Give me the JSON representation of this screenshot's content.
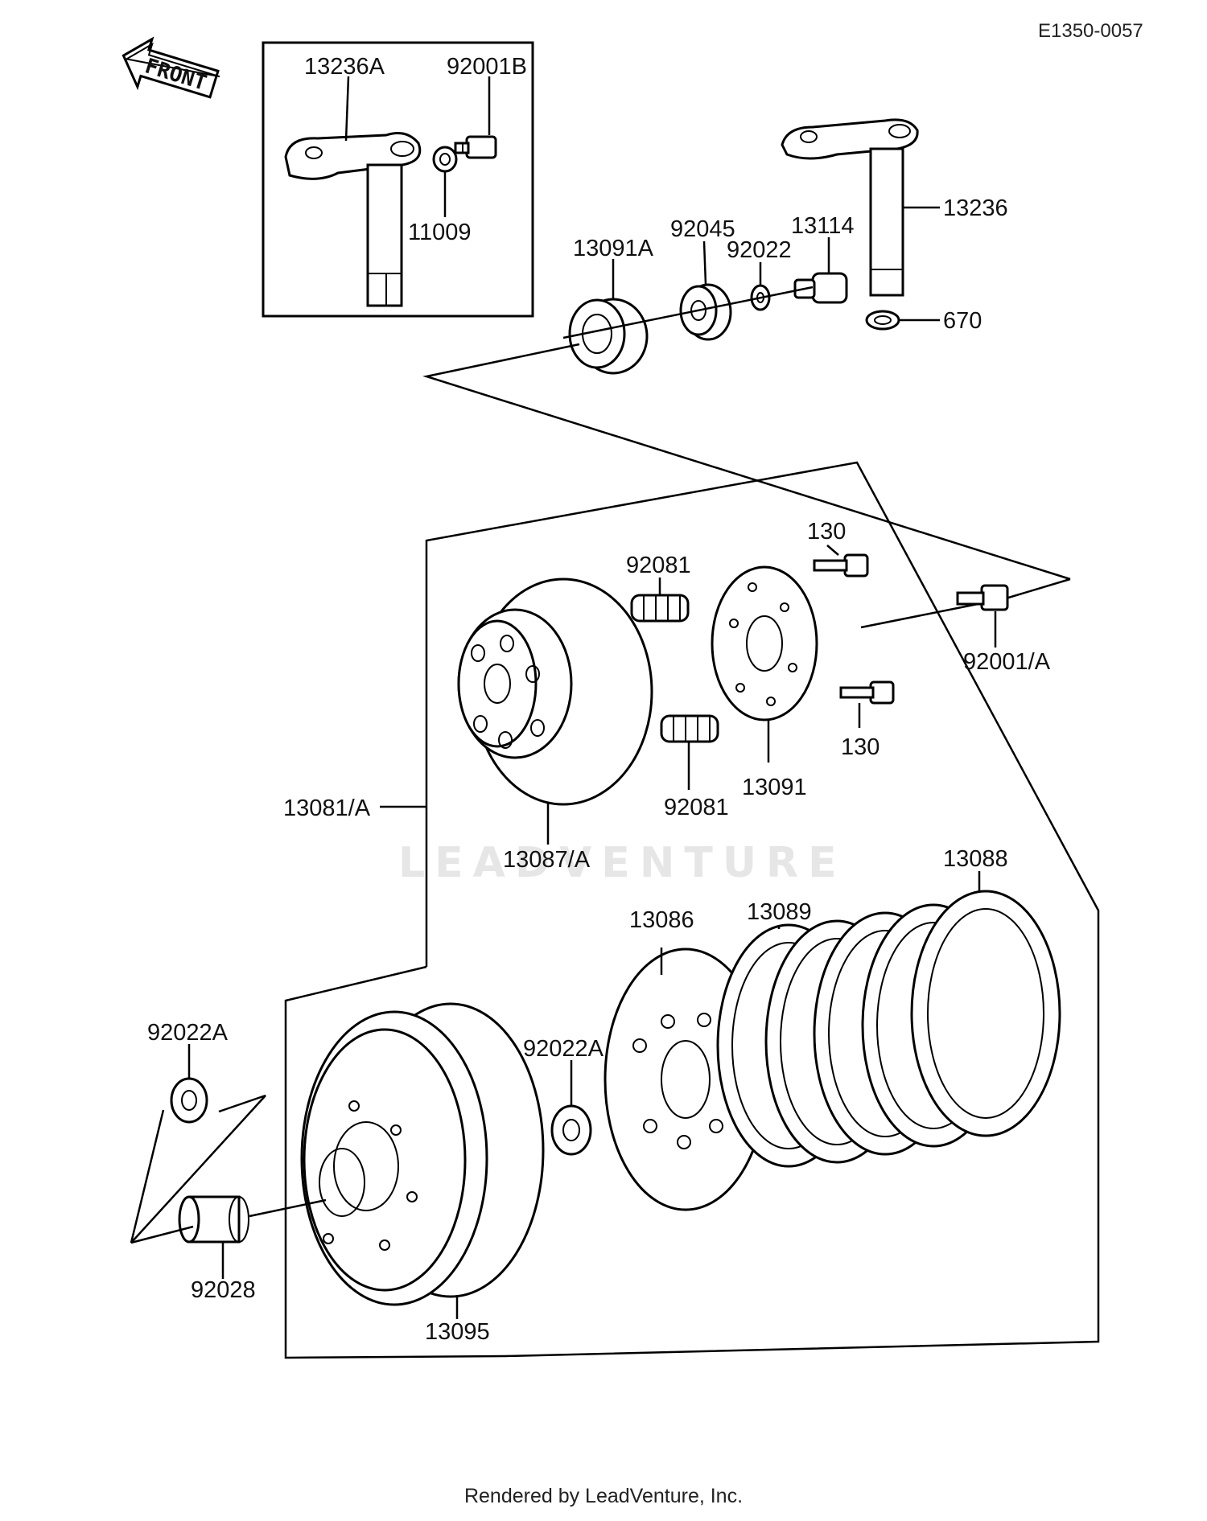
{
  "diagram_code": "E1350-0057",
  "front_label": "FRONT",
  "watermark": "LEADVENTURE",
  "footer": "Rendered by LeadVenture, Inc.",
  "labels": {
    "p13236A": "13236A",
    "p92001B": "92001B",
    "p11009": "11009",
    "p13091A": "13091A",
    "p92045": "92045",
    "p92022": "92022",
    "p13114": "13114",
    "p13236": "13236",
    "p670": "670",
    "p130_top": "130",
    "p92081_top": "92081",
    "p92001A": "92001/A",
    "p13081A": "13081/A",
    "p92081_bottom": "92081",
    "p13091": "13091",
    "p130_bottom": "130",
    "p13087A": "13087/A",
    "p13088": "13088",
    "p13086": "13086",
    "p13089": "13089",
    "p92022A_left": "92022A",
    "p92022A_mid": "92022A",
    "p92028": "92028",
    "p13095": "13095"
  }
}
